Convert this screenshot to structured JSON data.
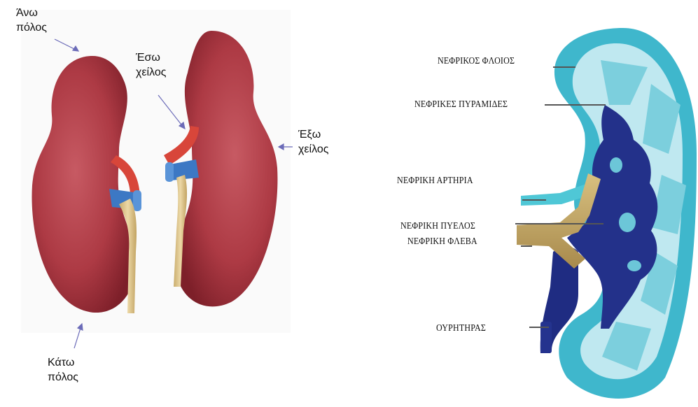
{
  "left_diagram": {
    "labels": {
      "upper_pole": [
        "Άνω",
        "πόλος"
      ],
      "inner_lip": [
        "Έσω",
        "χείλος"
      ],
      "outer_lip": [
        "Έξω",
        "χείλος"
      ],
      "lower_pole": [
        "Κάτω",
        "πόλος"
      ]
    }
  },
  "right_diagram": {
    "labels": {
      "cortex": "ΝΕΦΡΙΚΟΣ ΦΛΟΙΟΣ",
      "pyramids": "ΝΕΦΡΙΚΕΣ ΠΥΡΑΜΙΔΕΣ",
      "artery": "ΝΕΦΡΙΚΗ ΑΡΤΗΡΙΑ",
      "pelvis": "ΝΕΦΡΙΚΗ ΠΥΕΛΟΣ",
      "vein": "ΝΕΦΡΙΚΗ ΦΛΕΒΑ",
      "ureter": "ΟΥΡΗΤΗΡΑΣ"
    }
  },
  "colors": {
    "kidney_red": "#b8404a",
    "kidney_dark": "#7d1f29",
    "artery_red": "#d8463a",
    "vein_blue": "#3c78c4",
    "ureter_tan": "#e0c890",
    "cortex_cyan": "#3fb7cc",
    "pelvis_navy": "#23318a"
  }
}
